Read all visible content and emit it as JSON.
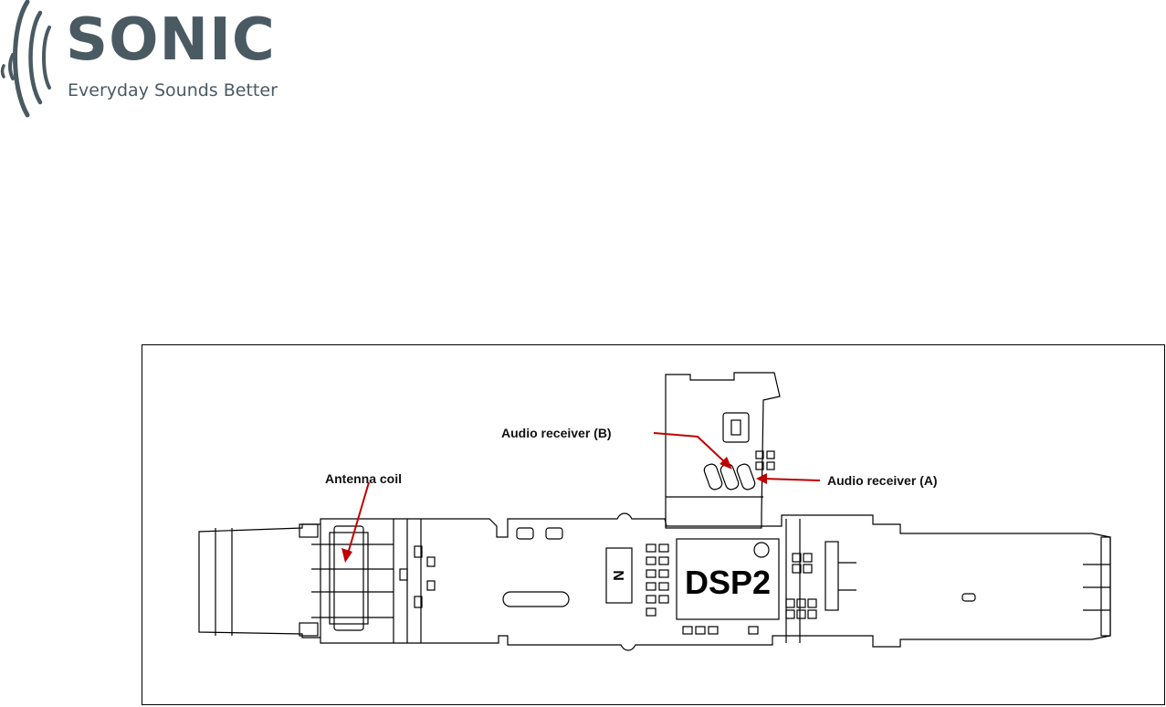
{
  "brand": {
    "name": "SONIC",
    "tagline": "Everyday Sounds Better",
    "color": "#4a5a63"
  },
  "diagram": {
    "chip_label": "DSP2",
    "ic_marking": "N",
    "annotations": {
      "antenna_coil": "Antenna coil",
      "audio_receiver_b": "Audio receiver (B)",
      "audio_receiver_a": "Audio receiver (A)"
    },
    "arrow_color": "#c00000"
  }
}
